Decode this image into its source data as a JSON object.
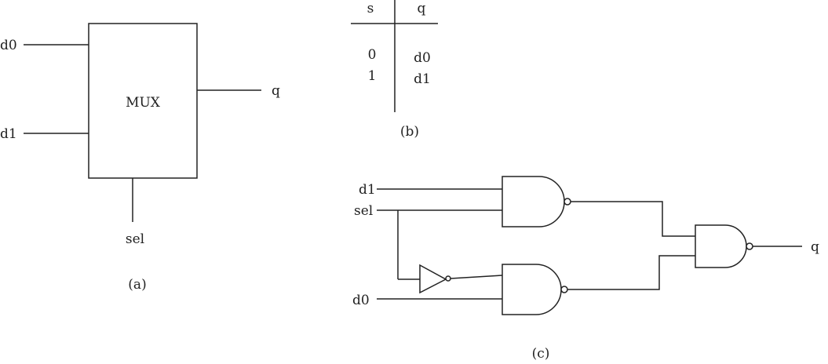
{
  "panel_a": {
    "box_label": "MUX",
    "input_0": "d0",
    "input_1": "d1",
    "output": "q",
    "select": "sel",
    "caption": "(a)"
  },
  "panel_b": {
    "headers": [
      "s",
      "q"
    ],
    "rows": [
      {
        "s": "0",
        "q": "d0"
      },
      {
        "s": "1",
        "q": "d1"
      }
    ],
    "caption": "(b)"
  },
  "panel_c": {
    "input_d1": "d1",
    "input_sel": "sel",
    "input_d0": "d0",
    "output": "q",
    "caption": "(c)"
  }
}
